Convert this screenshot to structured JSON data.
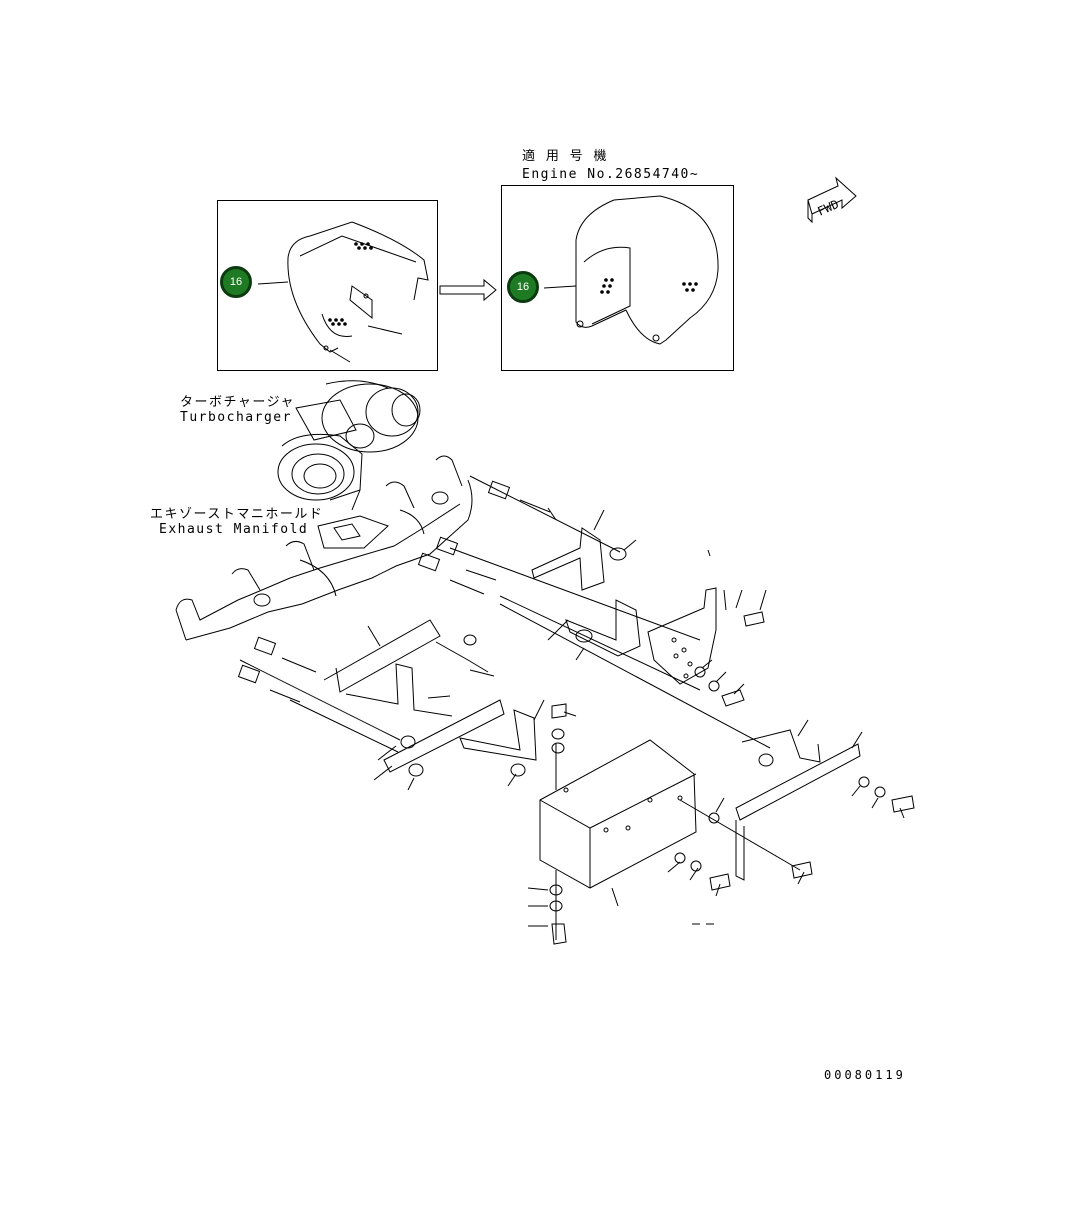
{
  "applicable": {
    "heading_jp": "適 用 号 機",
    "engine_no": "Engine No.26854740~"
  },
  "callouts": [
    {
      "label": "16"
    },
    {
      "label": "16"
    }
  ],
  "fwd_label": "FWD",
  "turbocharger": {
    "label_jp": "ターボチャージャ",
    "label_en": "Turbocharger"
  },
  "exhaust_manifold": {
    "label_jp": "エキゾーストマニホールド",
    "label_en": "Exhaust Manifold"
  },
  "drawing_number": "00080119"
}
